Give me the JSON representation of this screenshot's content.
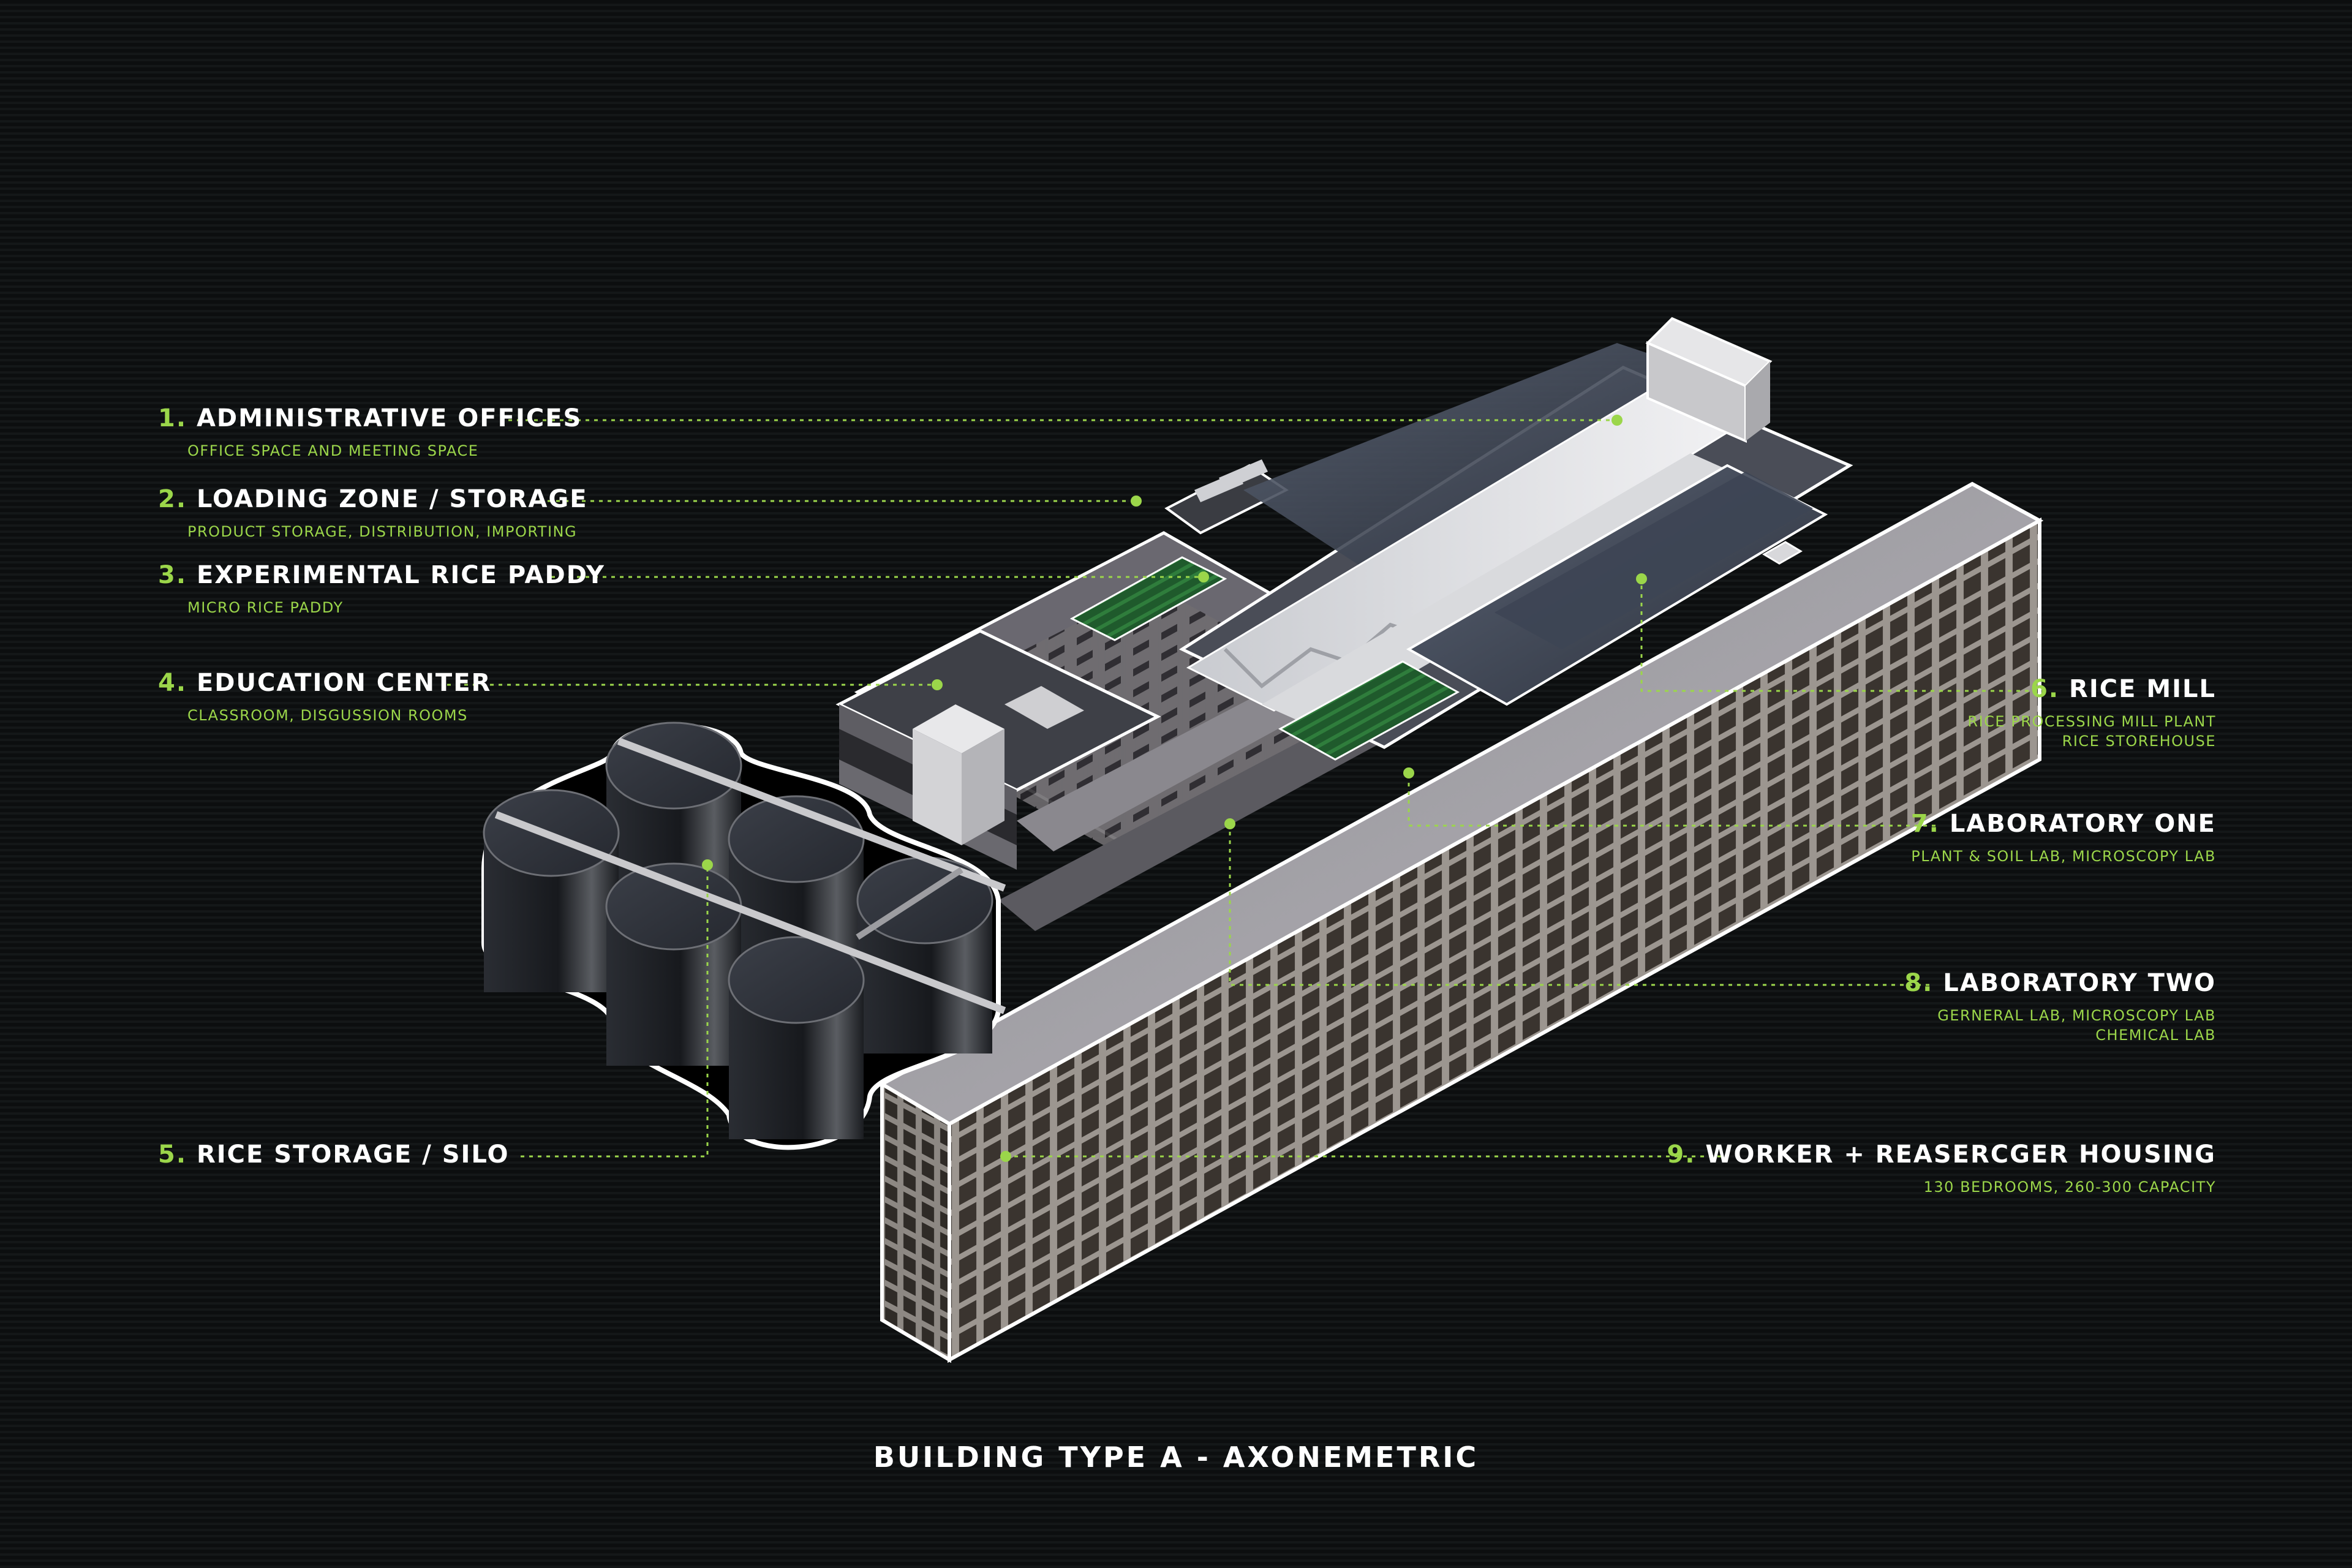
{
  "colors": {
    "background": "#0e1011",
    "accent_green": "#9bd64a",
    "label_white": "#ffffff"
  },
  "labels": {
    "admin": {
      "number": "1.",
      "title": "ADMINISTRATIVE OFFICES",
      "sub": [
        "OFFICE SPACE AND MEETING SPACE"
      ]
    },
    "loading": {
      "number": "2.",
      "title": "LOADING ZONE / STORAGE",
      "sub": [
        "PRODUCT STORAGE, DISTRIBUTION, IMPORTING"
      ]
    },
    "paddy": {
      "number": "3.",
      "title": "EXPERIMENTAL RICE PADDY",
      "sub": [
        "MICRO RICE PADDY"
      ]
    },
    "education": {
      "number": "4.",
      "title": "EDUCATION CENTER",
      "sub": [
        "CLASSROOM, DISGUSSION ROOMS"
      ]
    },
    "silo": {
      "number": "5.",
      "title": "RICE STORAGE / SILO",
      "sub": []
    },
    "mill": {
      "number": "6.",
      "title": "RICE MILL",
      "sub": [
        "RICE PROCESSING MILL PLANT",
        "RICE STOREHOUSE"
      ]
    },
    "lab1": {
      "number": "7.",
      "title": "LABORATORY ONE",
      "sub": [
        "PLANT & SOIL LAB, MICROSCOPY LAB"
      ]
    },
    "lab2": {
      "number": "8.",
      "title": "LABORATORY TWO",
      "sub": [
        "GERNERAL LAB, MICROSCOPY LAB",
        "CHEMICAL LAB"
      ]
    },
    "housing": {
      "number": "9.",
      "title": "WORKER + REASERCGER HOUSING",
      "sub": [
        "130 BEDROOMS, 260-300 CAPACITY"
      ]
    }
  },
  "caption": "BUILDING TYPE A - AXONEMETRIC"
}
